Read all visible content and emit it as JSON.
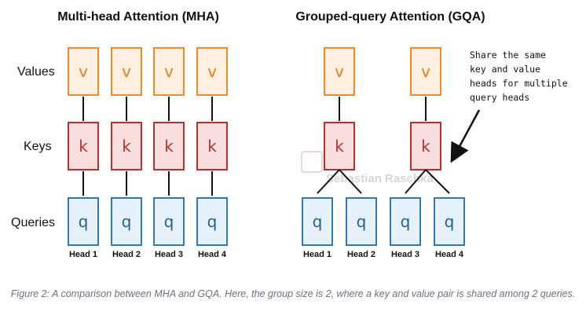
{
  "colors": {
    "values_stroke": "#ef8a2c",
    "values_fill": "#fdf0e0",
    "values_text": "#e8791f",
    "keys_stroke": "#b3332c",
    "keys_fill": "#f8dede",
    "keys_text": "#b3332c",
    "queries_stroke": "#2f79b5",
    "queries_fill": "#e7f1fa",
    "queries_text": "#1f5f96",
    "line": "#111111"
  },
  "mha": {
    "title": "Multi-head Attention (MHA)",
    "rows": {
      "values": "Values",
      "keys": "Keys",
      "queries": "Queries"
    },
    "v_label": "v",
    "k_label": "k",
    "q_label": "q",
    "heads": [
      "Head 1",
      "Head 2",
      "Head 3",
      "Head 4"
    ]
  },
  "gqa": {
    "title": "Grouped-query Attention (GQA)",
    "v_label": "v",
    "k_label": "k",
    "q_label": "q",
    "heads": [
      "Head 1",
      "Head 2",
      "Head 3",
      "Head 4"
    ],
    "groups": 2,
    "annotation": [
      "Share the same",
      "key and value",
      "heads for multiple",
      "query heads"
    ]
  },
  "watermark": "Sebastian Raschka",
  "caption": "Figure 2: A comparison between MHA and GQA. Here, the group size is 2, where a key and value pair is shared among 2 queries."
}
